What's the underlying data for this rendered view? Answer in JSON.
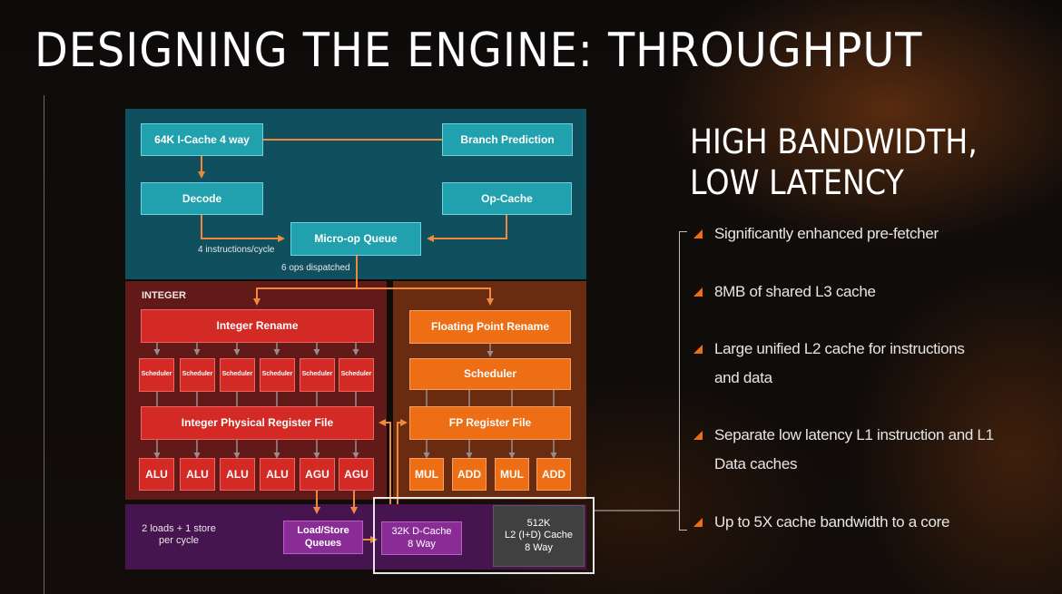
{
  "slide": {
    "title": "DESIGNING THE ENGINE: THROUGHPUT",
    "subheading_line1": "HIGH BANDWIDTH,",
    "subheading_line2": "LOW LATENCY",
    "accent_color": "#ee6e15"
  },
  "diagram": {
    "front_end": {
      "icache": "64K I-Cache 4 way",
      "branch_prediction": "Branch Prediction",
      "decode": "Decode",
      "op_cache": "Op-Cache",
      "micro_op_queue": "Micro-op Queue",
      "note_decode": "4 instructions/cycle",
      "note_dispatch": "6 ops dispatched"
    },
    "integer": {
      "label": "INTEGER",
      "rename": "Integer Rename",
      "schedulers": [
        "Scheduler",
        "Scheduler",
        "Scheduler",
        "Scheduler",
        "Scheduler",
        "Scheduler"
      ],
      "register_file": "Integer Physical Register File",
      "units": [
        "ALU",
        "ALU",
        "ALU",
        "ALU",
        "AGU",
        "AGU"
      ]
    },
    "floating_point": {
      "rename": "Floating Point Rename",
      "scheduler": "Scheduler",
      "register_file": "FP Register File",
      "units": [
        "MUL",
        "ADD",
        "MUL",
        "ADD"
      ]
    },
    "memory": {
      "note_loads": "2 loads + 1 store",
      "note_per_cycle": "per cycle",
      "lsq_line1": "Load/Store",
      "lsq_line2": "Queues",
      "dcache_line1": "32K D-Cache",
      "dcache_line2": "8 Way",
      "l2_line1": "512K",
      "l2_line2": "L2 (I+D) Cache",
      "l2_line3": "8 Way"
    }
  },
  "bullets": [
    {
      "lines": [
        "Significantly enhanced pre-fetcher"
      ]
    },
    {
      "lines": [
        "8MB of shared L3 cache"
      ]
    },
    {
      "lines": [
        "Large unified L2 cache for instructions",
        "and data"
      ]
    },
    {
      "lines": [
        "Separate low latency  L1 instruction and L1",
        "Data caches"
      ]
    },
    {
      "lines": [
        "Up to 5X cache bandwidth to a core"
      ]
    }
  ]
}
